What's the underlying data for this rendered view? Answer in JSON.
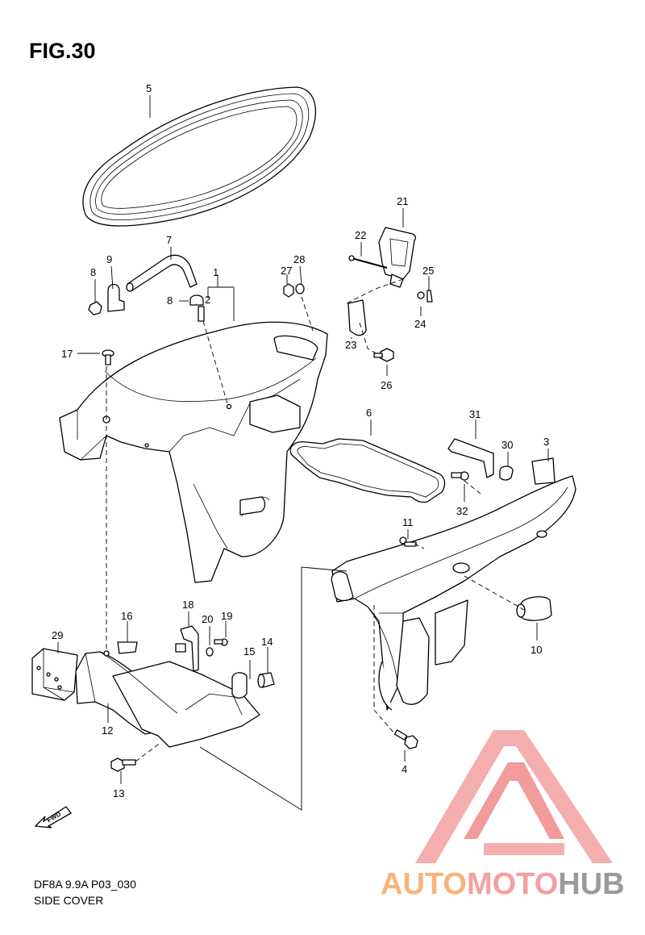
{
  "figure": {
    "title": "FIG.30",
    "code": "DF8A 9.9A P03_030",
    "name": "SIDE COVER"
  },
  "fwd_marker": {
    "text": "FWD",
    "icon": "arrow-fwd-icon"
  },
  "watermark": {
    "part1": "AUTO",
    "part2": "MOTO",
    "part3": "HUB",
    "colors": {
      "part1": "#f9b37a",
      "part2": "#f4a0a0",
      "part3": "#9a9a9a",
      "logo": "#f08a8a"
    }
  },
  "callouts": [
    {
      "id": "1",
      "text": "1"
    },
    {
      "id": "2",
      "text": "2"
    },
    {
      "id": "3",
      "text": "3"
    },
    {
      "id": "4",
      "text": "4"
    },
    {
      "id": "5",
      "text": "5"
    },
    {
      "id": "6",
      "text": "6"
    },
    {
      "id": "7",
      "text": "7"
    },
    {
      "id": "8a",
      "text": "8"
    },
    {
      "id": "8b",
      "text": "8"
    },
    {
      "id": "9",
      "text": "9"
    },
    {
      "id": "10",
      "text": "10"
    },
    {
      "id": "11",
      "text": "11"
    },
    {
      "id": "12",
      "text": "12"
    },
    {
      "id": "13",
      "text": "13"
    },
    {
      "id": "14",
      "text": "14"
    },
    {
      "id": "15",
      "text": "15"
    },
    {
      "id": "16",
      "text": "16"
    },
    {
      "id": "17",
      "text": "17"
    },
    {
      "id": "18",
      "text": "18"
    },
    {
      "id": "19",
      "text": "19"
    },
    {
      "id": "20",
      "text": "20"
    },
    {
      "id": "21",
      "text": "21"
    },
    {
      "id": "22",
      "text": "22"
    },
    {
      "id": "23",
      "text": "23"
    },
    {
      "id": "24",
      "text": "24"
    },
    {
      "id": "25",
      "text": "25"
    },
    {
      "id": "26",
      "text": "26"
    },
    {
      "id": "27",
      "text": "27"
    },
    {
      "id": "28",
      "text": "28"
    },
    {
      "id": "29",
      "text": "29"
    },
    {
      "id": "30",
      "text": "30"
    },
    {
      "id": "31",
      "text": "31"
    },
    {
      "id": "32",
      "text": "32"
    }
  ]
}
